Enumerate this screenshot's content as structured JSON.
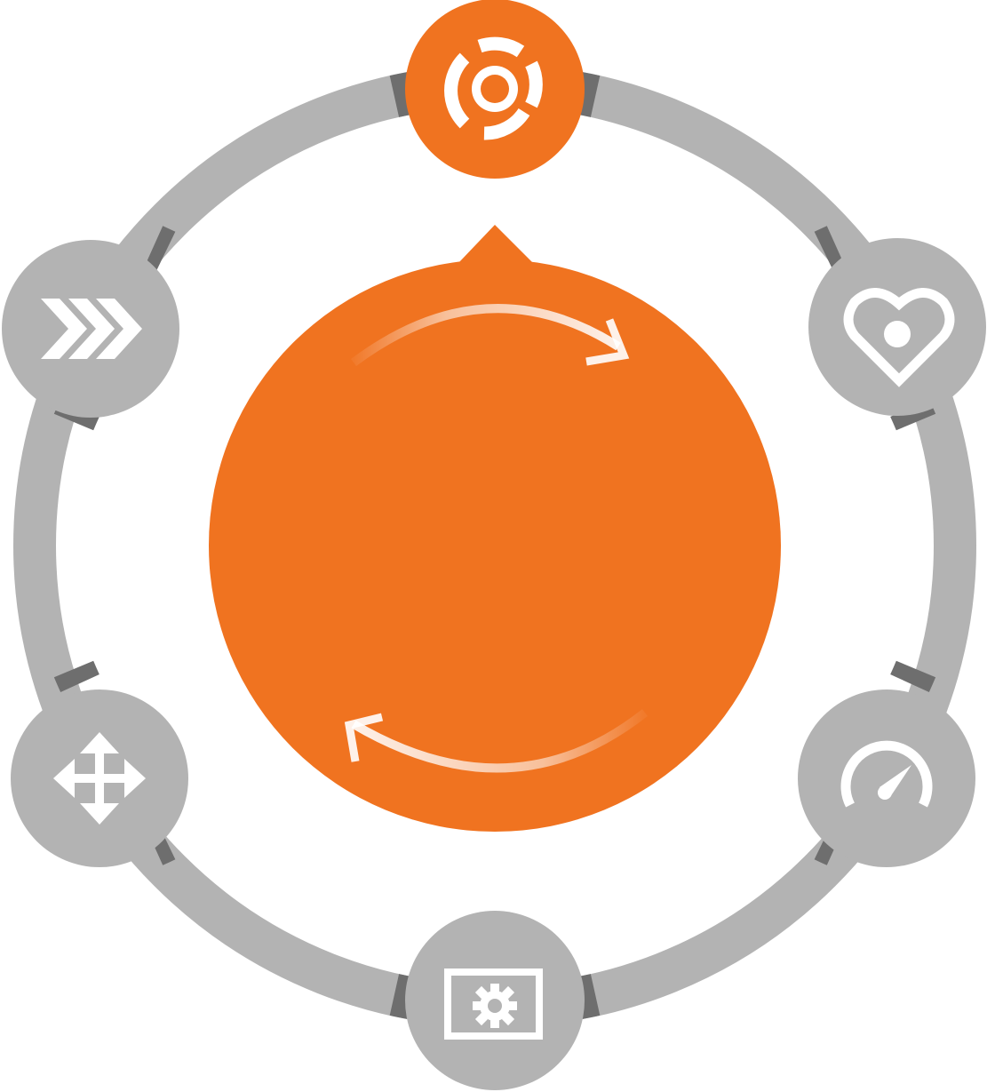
{
  "colors": {
    "accent": "#f07320",
    "ring": "#b3b3b3",
    "joint": "#6e6e6e",
    "node": "#b3b3b3",
    "icon": "#ffffff"
  },
  "center": {
    "shape": "circle-with-top-pointer",
    "arrows": [
      "clockwise-top-arrow",
      "clockwise-bottom-arrow"
    ]
  },
  "nodes": [
    {
      "position": "top",
      "icon": "refresh-cycle-icon",
      "active": true
    },
    {
      "position": "upper-right",
      "icon": "heart-icon",
      "active": false
    },
    {
      "position": "lower-right",
      "icon": "speedometer-icon",
      "active": false
    },
    {
      "position": "bottom",
      "icon": "settings-window-icon",
      "active": false
    },
    {
      "position": "lower-left",
      "icon": "move-arrows-icon",
      "active": false
    },
    {
      "position": "upper-left",
      "icon": "fast-forward-chevrons-icon",
      "active": false
    }
  ]
}
